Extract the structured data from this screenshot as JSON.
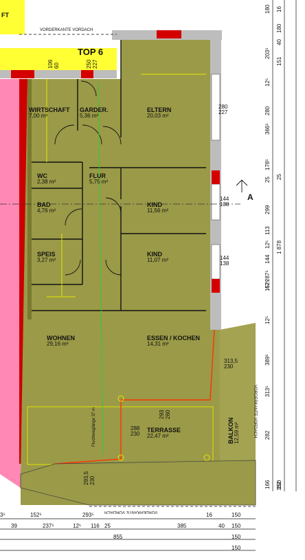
{
  "unit_label": "TOP 6",
  "corner_fragment": "FT",
  "section_marker": "A",
  "annotations": {
    "vordach_top": "VORDERKANTE VORDACH",
    "vordach_bottom": "VORDERKANTE VORDACH",
    "vordach_right": "VORDERKANTE VORDACH",
    "escape_route": "Fluchtweglänge 37 m"
  },
  "rooms": [
    {
      "name": "WIRTSCHAFT",
      "area": "7,00 m²"
    },
    {
      "name": "GARDER.",
      "area": "5,36 m²"
    },
    {
      "name": "ELTERN",
      "area": "20,03 m²"
    },
    {
      "name": "WC",
      "area": "2,38 m²"
    },
    {
      "name": "FLUR",
      "area": "5,75 m²"
    },
    {
      "name": "BAD",
      "area": "4,76 m²"
    },
    {
      "name": "KIND",
      "area": "11,56 m²"
    },
    {
      "name": "SPEIS",
      "area": "3,27 m²"
    },
    {
      "name": "KIND",
      "area": "11,07 m²"
    },
    {
      "name": "WOHNEN",
      "area": "29,16 m²"
    },
    {
      "name": "ESSEN / KOCHEN",
      "area": "14,31 m²"
    },
    {
      "name": "TERRASSE",
      "area": "22,47 m²"
    },
    {
      "name": "BALKON",
      "area": "12,59 m²"
    }
  ],
  "window_dims": [
    {
      "top": "280",
      "bottom": "227"
    },
    {
      "top": "144",
      "bottom": "138"
    },
    {
      "top": "144",
      "bottom": "138"
    },
    {
      "top": "313,5",
      "bottom": "230"
    },
    {
      "top": "288",
      "bottom": "230"
    }
  ],
  "vertical_notes": [
    "106",
    "60",
    "250",
    "227",
    "293",
    "260",
    "293,5",
    "230"
  ],
  "right_dims_col1": [
    "180",
    "203⁵",
    "12⁵",
    "280",
    "366⁵",
    "178⁵",
    "25",
    "299",
    "113",
    "12⁵",
    "144",
    "67",
    "287⁵",
    "152⁵",
    "12⁵",
    "389⁵",
    "313⁵",
    "282",
    "166",
    "152"
  ],
  "right_dims_col2": [
    "16",
    "180",
    "40",
    "151",
    "1 878",
    "25",
    "150"
  ],
  "bottom_row1": [
    "3⁵",
    "152⁵",
    "293⁵",
    "16",
    "150"
  ],
  "bottom_row2": [
    "39",
    "237⁵",
    "12⁵",
    "116",
    "25",
    "385",
    "40",
    "150"
  ],
  "bottom_row3": [
    "855",
    "150"
  ],
  "bottom_row4": [
    "150"
  ]
}
